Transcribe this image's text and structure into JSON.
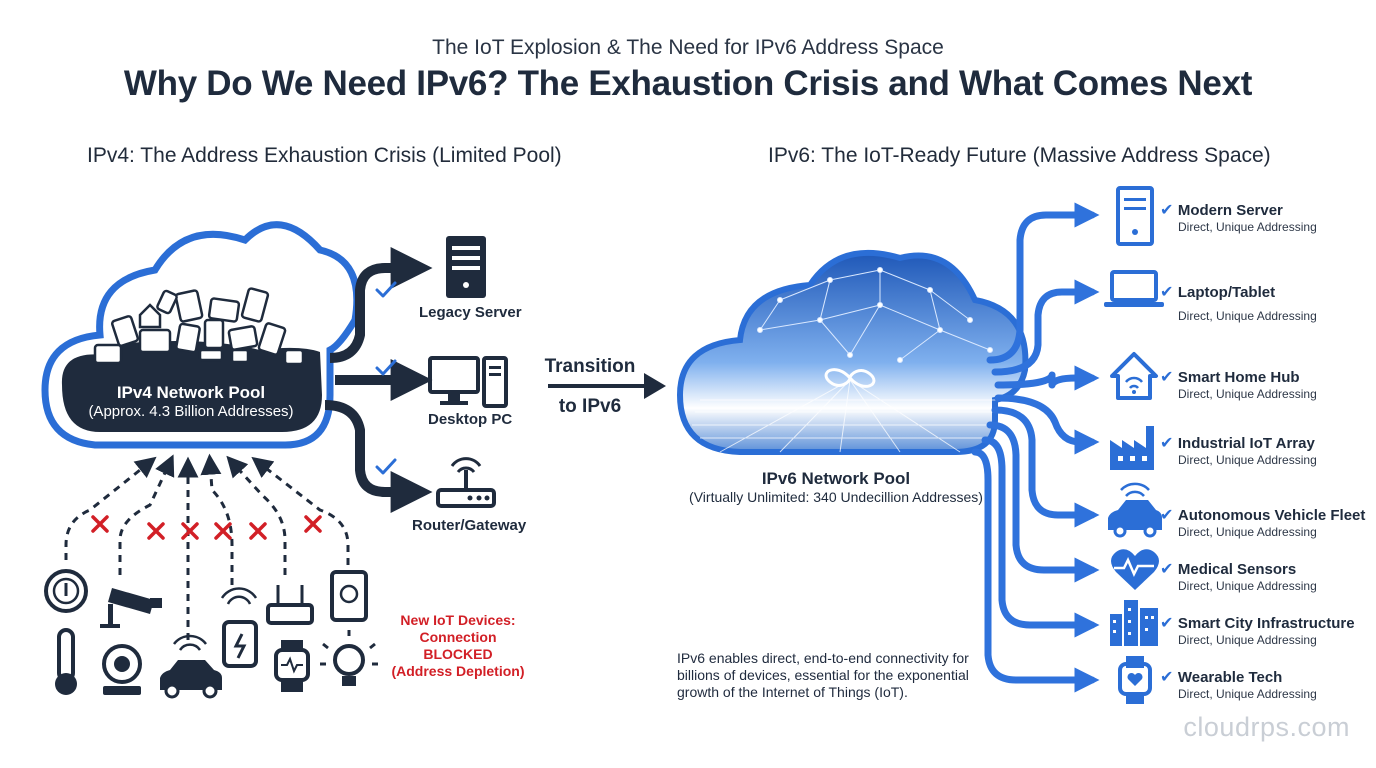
{
  "header": {
    "supertitle": "The IoT Explosion & The Need for IPv6 Address Space",
    "title": "Why Do We Need IPv6? The Exhaustion Crisis and What Comes Next"
  },
  "ipv4": {
    "heading": "IPv4: The Address Exhaustion Crisis (Limited Pool)",
    "pool_title": "IPv4 Network Pool",
    "pool_subtitle": "(Approx. 4.3 Billion Addresses)",
    "devices": [
      "Legacy Server",
      "Desktop PC",
      "Router/Gateway"
    ],
    "blocked_note": [
      "New IoT Devices:",
      "Connection BLOCKED",
      "(Address Depletion)"
    ]
  },
  "transition": {
    "line1": "Transition",
    "line2": "to IPv6"
  },
  "ipv6": {
    "heading": "IPv6: The IoT-Ready Future (Massive Address Space)",
    "pool_title": "IPv6 Network Pool",
    "pool_subtitle": "(Virtually Unlimited: 340 Undecillion Addresses)",
    "devices": [
      {
        "name": "Modern Server",
        "sub": "Direct, Unique Addressing"
      },
      {
        "name": "Laptop/Tablet",
        "sub": "Direct, Unique Addressing"
      },
      {
        "name": "Smart Home Hub",
        "sub": "Direct, Unique Addressing"
      },
      {
        "name": "Industrial IoT Array",
        "sub": "Direct, Unique Addressing"
      },
      {
        "name": "Autonomous Vehicle Fleet",
        "sub": "Direct, Unique Addressing"
      },
      {
        "name": "Medical Sensors",
        "sub": "Direct, Unique Addressing"
      },
      {
        "name": "Smart City Infrastructure",
        "sub": "Direct, Unique Addressing"
      },
      {
        "name": "Wearable Tech",
        "sub": "Direct, Unique Addressing"
      }
    ],
    "footnote": "IPv6 enables direct, end-to-end connectivity for billions of devices, essential for the exponential growth of the Internet of Things (IoT)."
  },
  "watermark": "cloudrps.com",
  "colors": {
    "navy": "#1f2b3d",
    "blue": "#2b6ed6",
    "red": "#d21f26"
  },
  "icons": [
    "server-icon",
    "desktop-icon",
    "router-icon",
    "laptop-icon",
    "home-icon",
    "factory-icon",
    "car-icon",
    "heart-icon",
    "city-icon",
    "watch-icon",
    "camera-icon",
    "thermometer-icon",
    "phone-icon",
    "bulb-icon",
    "check-icon",
    "x-icon",
    "infinity-icon"
  ]
}
